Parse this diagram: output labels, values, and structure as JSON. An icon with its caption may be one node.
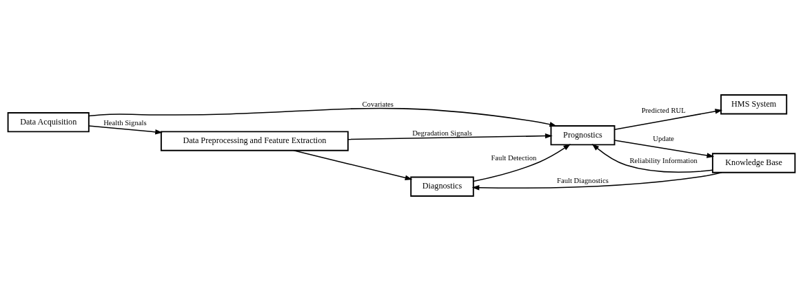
{
  "diagram": {
    "nodes": [
      {
        "text": [
          "Data Acquisition"
        ]
      },
      {
        "text": [
          "Data Preprocessing and Feature Extraction"
        ]
      },
      {
        "text": [
          "Diagnostics"
        ]
      },
      {
        "text": [
          "Prognostics"
        ]
      },
      {
        "text": [
          "HMS System"
        ]
      },
      {
        "text": [
          "Knowledge Base"
        ]
      }
    ],
    "edges": [
      {
        "from": 0,
        "to": 1,
        "arrow": "to",
        "label": "Health Signals"
      },
      {
        "from": 1,
        "to": 2,
        "arrow": "to"
      },
      {
        "from": 1,
        "to": 3,
        "arrow": "to",
        "label": "Degradation Signals"
      },
      {
        "from": 2,
        "to": 3,
        "arrow": "to",
        "label": "Fault Detection"
      },
      {
        "from": 0,
        "to": 3,
        "arrow": "to",
        "label": "Covariates"
      },
      {
        "from": 5,
        "to": 3,
        "arrow": "to",
        "label": "Reliability Information"
      },
      {
        "from": 5,
        "to": 2,
        "arrow": "to",
        "label": "Fault Diagnostics"
      },
      {
        "from": 3,
        "to": 4,
        "arrow": "to",
        "label": "Predicted RUL"
      },
      {
        "from": 3,
        "to": 5,
        "arrow": "to",
        "label": "Update"
      }
    ]
  }
}
